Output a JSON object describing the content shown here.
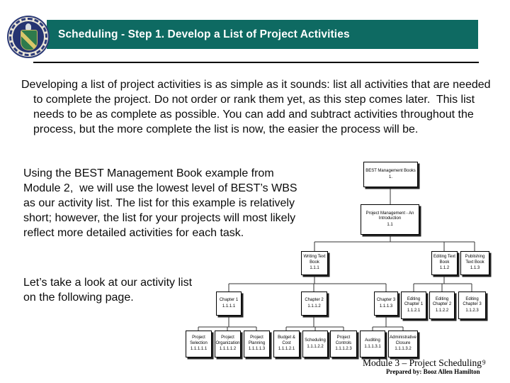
{
  "slide": {
    "title": "Scheduling - Step 1. Develop a List of Project Activities",
    "paragraphs": {
      "p1": "Developing a list of project activities is as simple as it sounds: list all activities that are needed to complete the project. Do not order or rank them yet, as this step comes later.  This list needs to be as complete as possible. You can add and subtract activities throughout the process, but the more complete the list is now, the easier the process will be.",
      "p2": "Using the BEST Management Book example from Module 2,  we will use the lowest level of BEST’s WBS as our activity list. The list for this example is relatively short; however, the list for your projects will most likely reflect more detailed activities for each task.",
      "p3": "Let’s take a look at our activity list on the following page."
    },
    "footer": {
      "course": "Module 3 – Project Scheduling",
      "page_number": "9",
      "prepared_by": "Prepared by: Booz Allen Hamilton"
    },
    "logo": "us-department-of-energy-seal"
  },
  "colors": {
    "header_bg": "#0e6a62",
    "header_text": "#ffffff",
    "seal_navy": "#2b3a77",
    "seal_green": "#2e7a4c",
    "seal_gold": "#d9c66a"
  },
  "wbs": {
    "boxes": [
      {
        "title": "BEST Management Books",
        "code": "1."
      },
      {
        "title": "Project Management - An Introduction",
        "code": "1.1"
      },
      {
        "title": "Writing Text Book",
        "code": "1.1.1"
      },
      {
        "title": "Editing Text Book",
        "code": "1.1.2"
      },
      {
        "title": "Publishing Text Book",
        "code": "1.1.3"
      },
      {
        "title": "Chapter 1",
        "code": "1.1.1.1"
      },
      {
        "title": "Chapter 2",
        "code": "1.1.1.2"
      },
      {
        "title": "Chapter 3",
        "code": "1.1.1.3"
      },
      {
        "title": "Editing Chapter 1",
        "code": "1.1.2.1"
      },
      {
        "title": "Editing Chapter 2",
        "code": "1.1.2.2"
      },
      {
        "title": "Editing Chapter 3",
        "code": "1.1.2.3"
      },
      {
        "title": "Project Selection",
        "code": "1.1.1.1.1"
      },
      {
        "title": "Project Organization",
        "code": "1.1.1.1.2"
      },
      {
        "title": "Project Planning",
        "code": "1.1.1.1.3"
      },
      {
        "title": "Budget & Cost",
        "code": "1.1.1.2.1"
      },
      {
        "title": "Scheduling",
        "code": "1.1.1.2.2"
      },
      {
        "title": "Project Controls",
        "code": "1.1.1.2.3"
      },
      {
        "title": "Auditing",
        "code": "1.1.1.3.1"
      },
      {
        "title": "Administrative Closure",
        "code": "1.1.1.3.2"
      }
    ]
  }
}
